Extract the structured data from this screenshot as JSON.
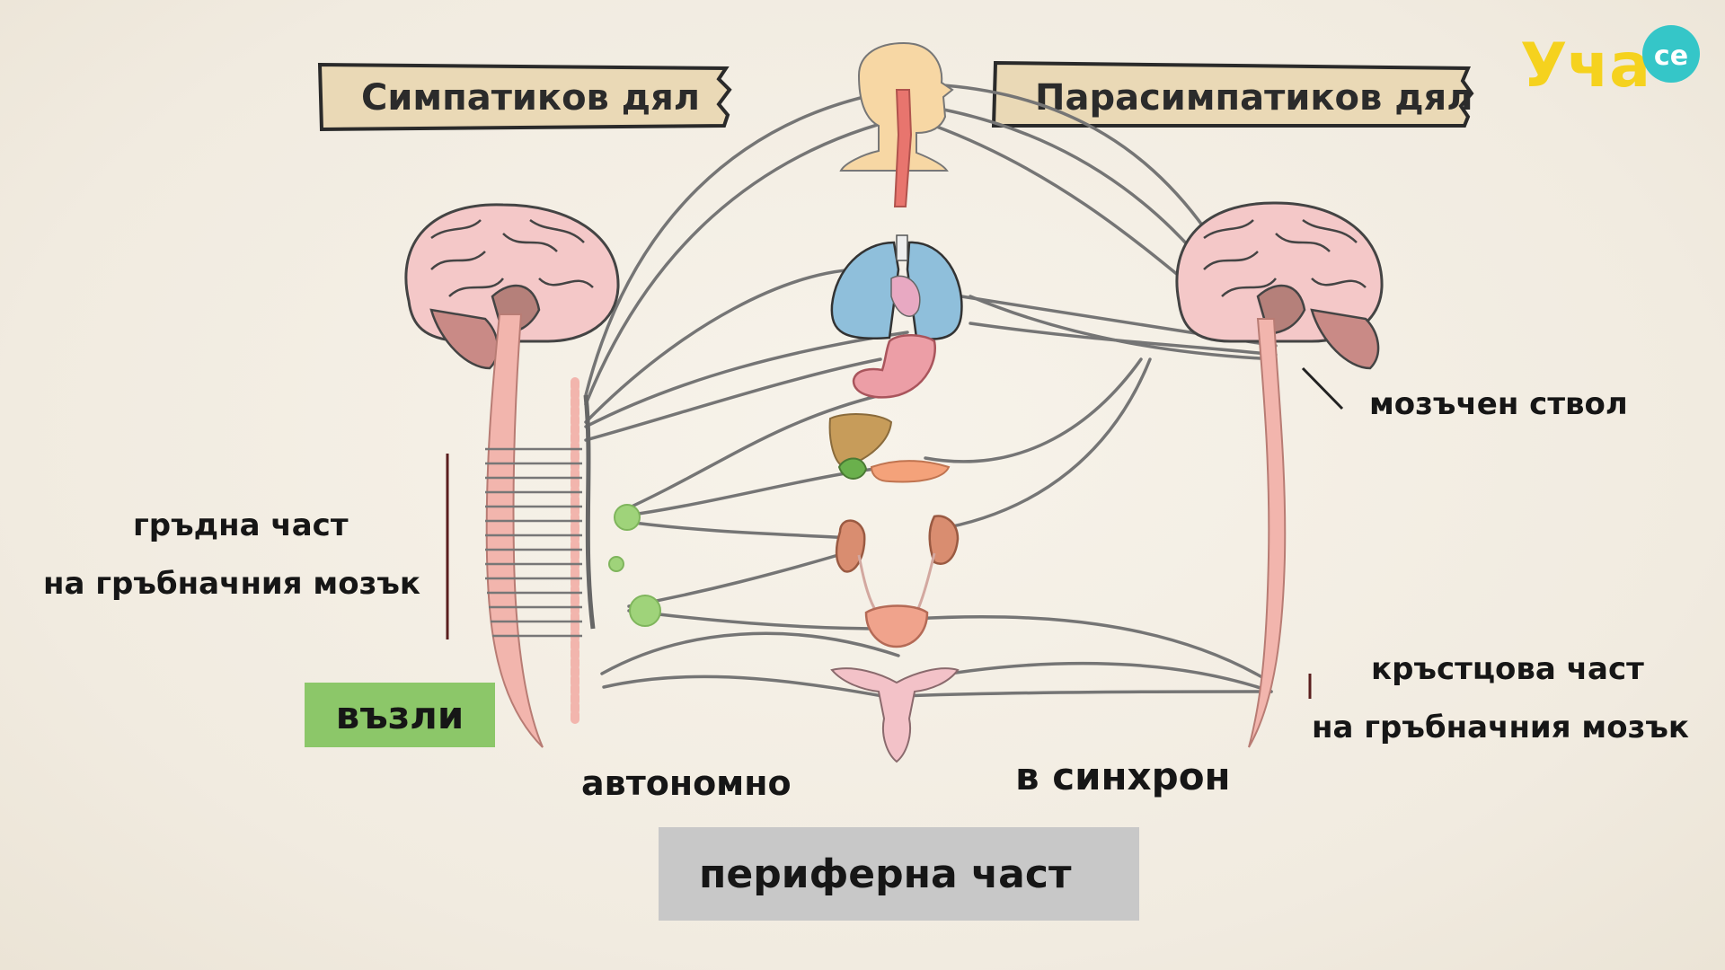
{
  "header": {
    "sympathetic_title": "Симпатиков дял",
    "parasympathetic_title": "Парасимпатиков дял"
  },
  "logo": {
    "main_text": "Уча",
    "badge_text": "се"
  },
  "labels": {
    "thoracic_line1": "гръдна част",
    "thoracic_line2": "на гръбначния мозък",
    "ganglia": "възли",
    "autonomous": "автономно",
    "brainstem": "мозъчен ствол",
    "sacral_line1": "кръстцова част",
    "sacral_line2": "на гръбначния мозък",
    "in_sync": "в синхрон",
    "peripheral": "периферна част"
  },
  "colors": {
    "background": "#f4efe6",
    "banner": "#ead9b6",
    "ganglia_box": "#8cc769",
    "peripheral_box": "#c8c8c8",
    "spinal_cord": "#f2b5ad",
    "ganglion_node": "#9fd37a",
    "nerve_line": "#757575",
    "logo_yellow": "#f5d21e",
    "logo_badge": "#35c6c8"
  },
  "icons": [
    "brain-icon",
    "head-icon",
    "lungs-icon",
    "stomach-icon",
    "liver-icon",
    "kidneys-icon",
    "bladder-icon",
    "uterus-icon"
  ]
}
